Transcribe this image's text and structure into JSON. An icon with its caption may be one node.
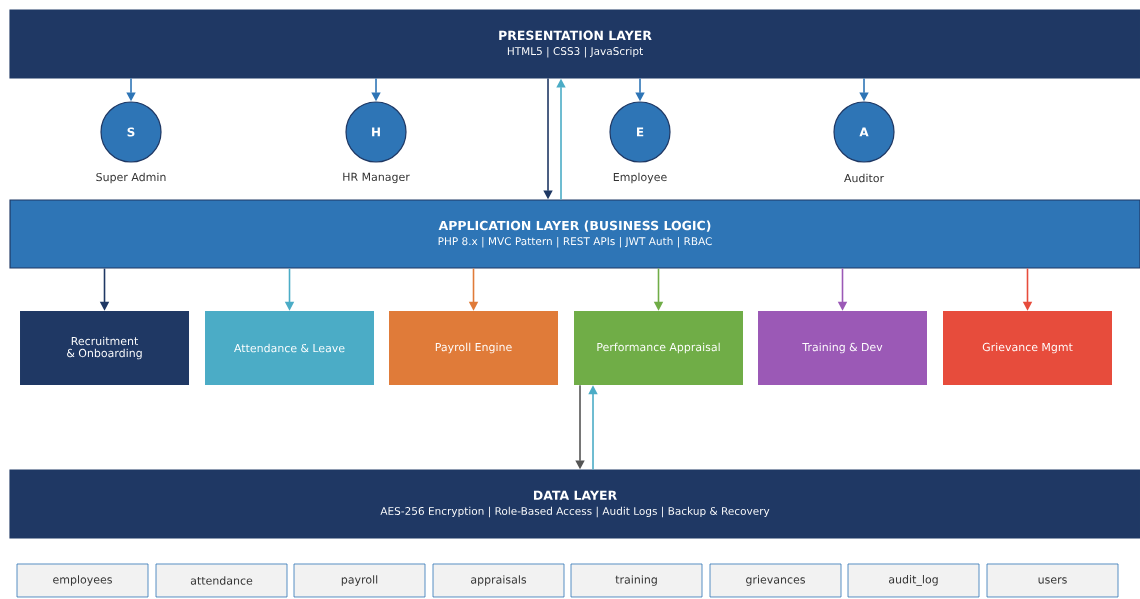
{
  "diagram": {
    "nodes": [
      {
        "text": [
          "PRESENTATION LAYER",
          "HTML5 | CSS3 | JavaScript"
        ]
      },
      {
        "text": [
          "S"
        ],
        "beside": [
          "Super Admin"
        ]
      },
      {
        "text": [
          "H"
        ],
        "beside": [
          "HR Manager"
        ]
      },
      {
        "text": [
          "E"
        ],
        "beside": [
          "Employee"
        ]
      },
      {
        "text": [
          "A"
        ],
        "beside": [
          "Auditor"
        ]
      },
      {
        "text": [
          "APPLICATION LAYER (BUSINESS LOGIC)",
          "PHP 8.x | MVC Pattern | REST APIs | JWT Auth | RBAC"
        ]
      },
      {
        "text": [
          "Recruitment & Onboarding"
        ]
      },
      {
        "text": [
          "Attendance & Leave"
        ]
      },
      {
        "text": [
          "Payroll Engine"
        ]
      },
      {
        "text": [
          "Performance Appraisal"
        ]
      },
      {
        "text": [
          "Training & Dev"
        ]
      },
      {
        "text": [
          "Grievance Mgmt"
        ]
      },
      {
        "text": [
          "DATA LAYER",
          "AES-256 Encryption | Role-Based Access | Audit Logs | Backup & Recovery"
        ]
      },
      {
        "text": [
          "employees"
        ]
      },
      {
        "text": [
          "attendance"
        ]
      },
      {
        "text": [
          "payroll"
        ]
      },
      {
        "text": [
          "appraisals"
        ]
      },
      {
        "text": [
          "training"
        ]
      },
      {
        "text": [
          "grievances"
        ]
      },
      {
        "text": [
          "audit_log"
        ]
      },
      {
        "text": [
          "users"
        ]
      }
    ],
    "edges": [
      {
        "from": 0,
        "to": 1,
        "arrow": "to",
        "color": "#2e75b6"
      },
      {
        "from": 0,
        "to": 2,
        "arrow": "to",
        "color": "#2e75b6"
      },
      {
        "from": 0,
        "to": 3,
        "arrow": "to",
        "color": "#2e75b6"
      },
      {
        "from": 0,
        "to": 4,
        "arrow": "to",
        "color": "#2e75b6"
      },
      {
        "from": 0,
        "to": 5,
        "arrow": "to",
        "color": "#1f3864"
      },
      {
        "from": 5,
        "to": 0,
        "arrow": "to",
        "color": "#4bacc6"
      },
      {
        "from": 5,
        "to": 6,
        "arrow": "to",
        "color": "#1f3864"
      },
      {
        "from": 5,
        "to": 7,
        "arrow": "to",
        "color": "#4bacc6"
      },
      {
        "from": 5,
        "to": 8,
        "arrow": "to",
        "color": "#e07b39"
      },
      {
        "from": 5,
        "to": 9,
        "arrow": "to",
        "color": "#70ad47"
      },
      {
        "from": 5,
        "to": 10,
        "arrow": "to",
        "color": "#9b59b6"
      },
      {
        "from": 5,
        "to": 11,
        "arrow": "to",
        "color": "#e74c3c"
      },
      {
        "from": 9,
        "to": 12,
        "arrow": "to",
        "color": "#555555"
      },
      {
        "from": 12,
        "to": 9,
        "arrow": "to",
        "color": "#4bacc6"
      }
    ]
  }
}
